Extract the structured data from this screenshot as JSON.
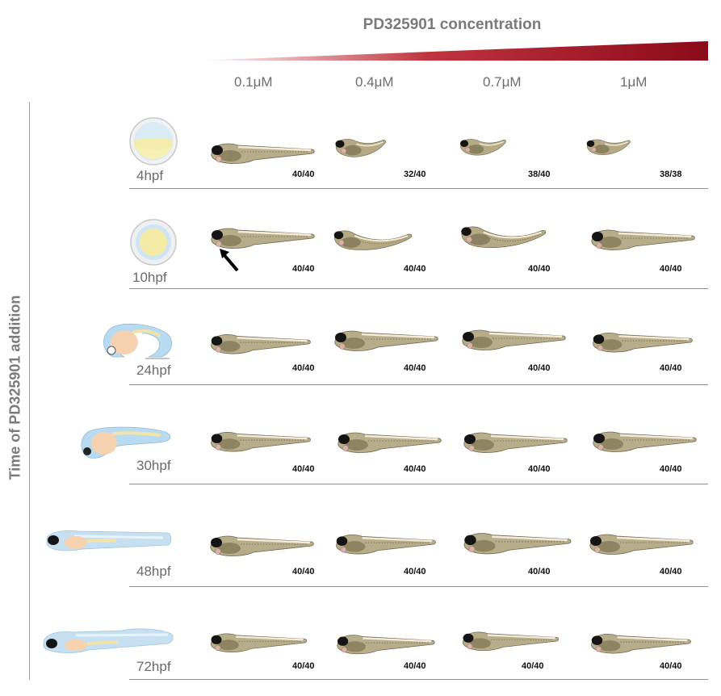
{
  "figure": {
    "title": "PD325901 concentration",
    "y_axis_label": "Time of PD325901 addition",
    "gradient_colors": [
      "#ffffff",
      "#8b0a1a"
    ]
  },
  "concentrations": [
    "0.1μM",
    "0.4μM",
    "0.7μM",
    "1μM"
  ],
  "rows": [
    {
      "time": "4hpf",
      "stage_icon": "embryo-4hpf-icon",
      "counts": [
        "40/40",
        "32/40",
        "38/40",
        "38/38"
      ]
    },
    {
      "time": "10hpf",
      "stage_icon": "embryo-10hpf-icon",
      "counts": [
        "40/40",
        "40/40",
        "40/40",
        "40/40"
      ]
    },
    {
      "time": "24hpf",
      "stage_icon": "embryo-24hpf-icon",
      "counts": [
        "40/40",
        "40/40",
        "40/40",
        "40/40"
      ]
    },
    {
      "time": "30hpf",
      "stage_icon": "embryo-30hpf-icon",
      "counts": [
        "40/40",
        "40/40",
        "40/40",
        "40/40"
      ]
    },
    {
      "time": "48hpf",
      "stage_icon": "larva-48hpf-icon",
      "counts": [
        "40/40",
        "40/40",
        "40/40",
        "40/40"
      ]
    },
    {
      "time": "72hpf",
      "stage_icon": "larva-72hpf-icon",
      "counts": [
        "40/40",
        "40/40",
        "40/40",
        "40/40"
      ]
    }
  ],
  "annotation_icon": "arrow-icon"
}
